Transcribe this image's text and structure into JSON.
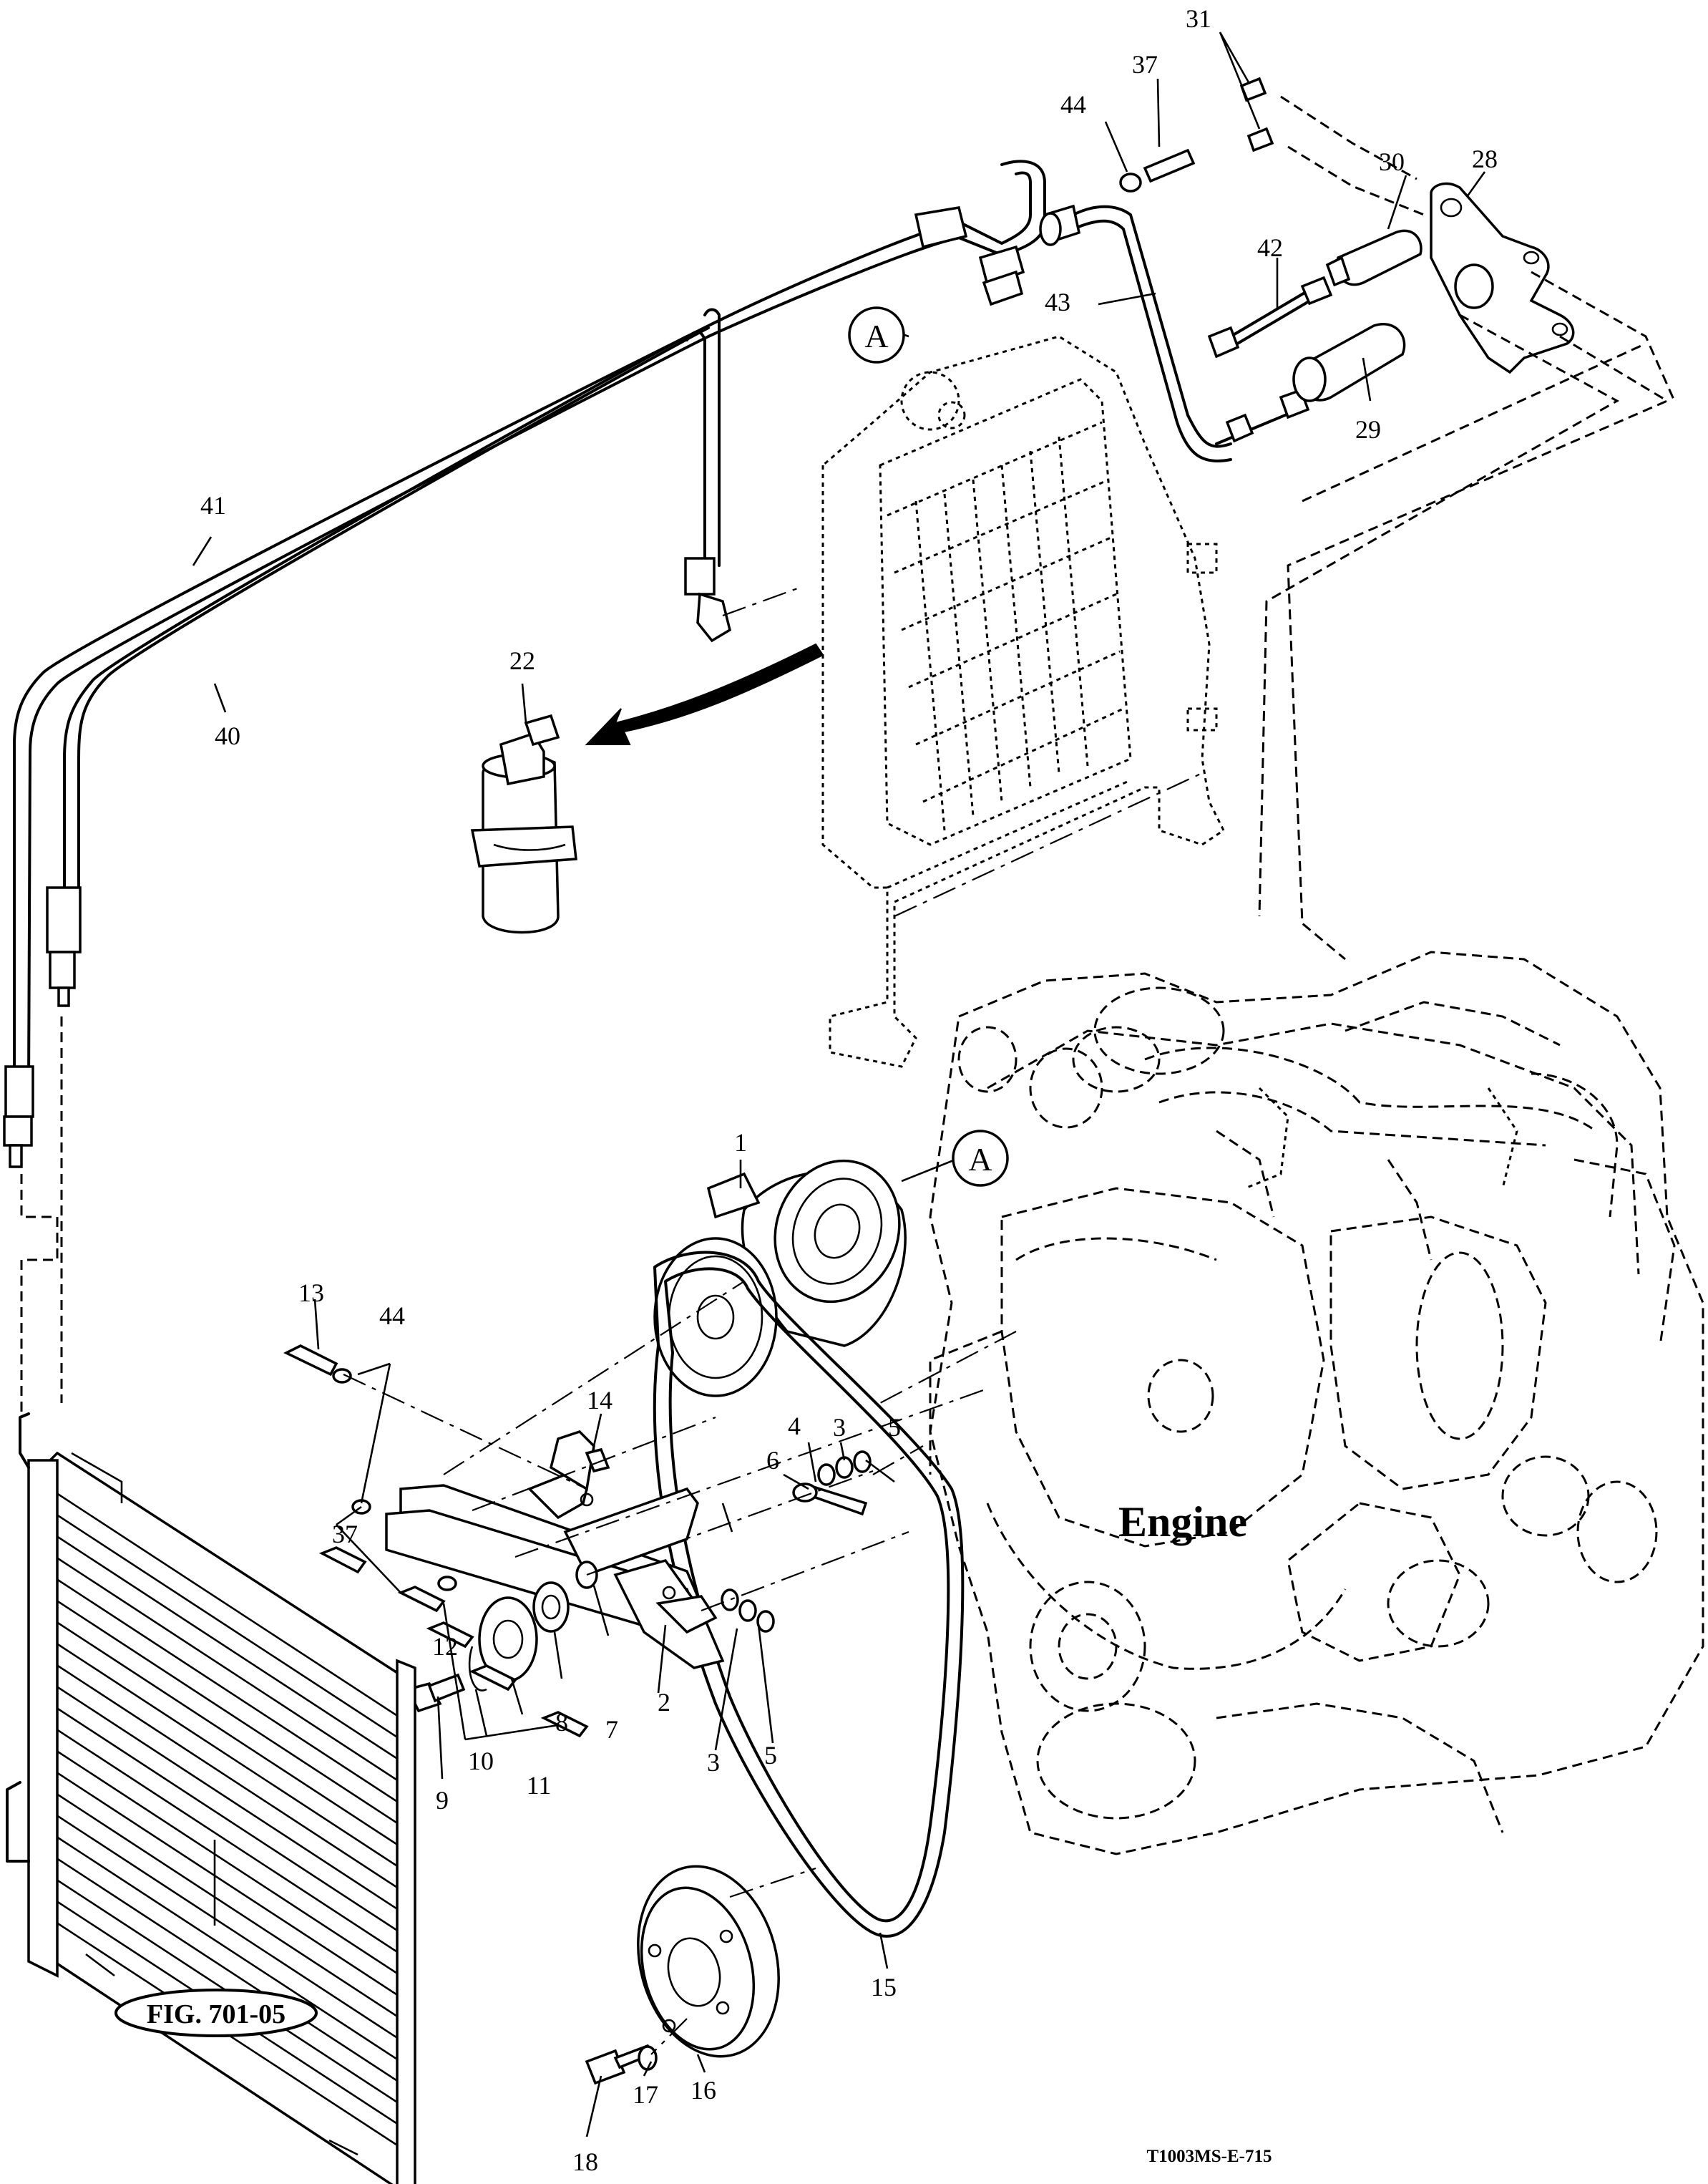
{
  "diagram": {
    "engine_label": "Engine",
    "figure_reference": "FIG. 701-05",
    "drawing_number": "T1003MS-E-715",
    "connection_marker": "A",
    "callouts": {
      "c1": "1",
      "c2": "2",
      "c3a": "3",
      "c3b": "3",
      "c4": "4",
      "c5a": "5",
      "c5b": "5",
      "c6": "6",
      "c7": "7",
      "c8": "8",
      "c9": "9",
      "c10": "10",
      "c11": "11",
      "c12": "12",
      "c13": "13",
      "c14": "14",
      "c15": "15",
      "c16": "16",
      "c17": "17",
      "c18": "18",
      "c22": "22",
      "c28": "28",
      "c29": "29",
      "c30": "30",
      "c31": "31",
      "c37a": "37",
      "c37b": "37",
      "c40": "40",
      "c41": "41",
      "c42": "42",
      "c43": "43",
      "c44a": "44",
      "c44b": "44"
    }
  }
}
